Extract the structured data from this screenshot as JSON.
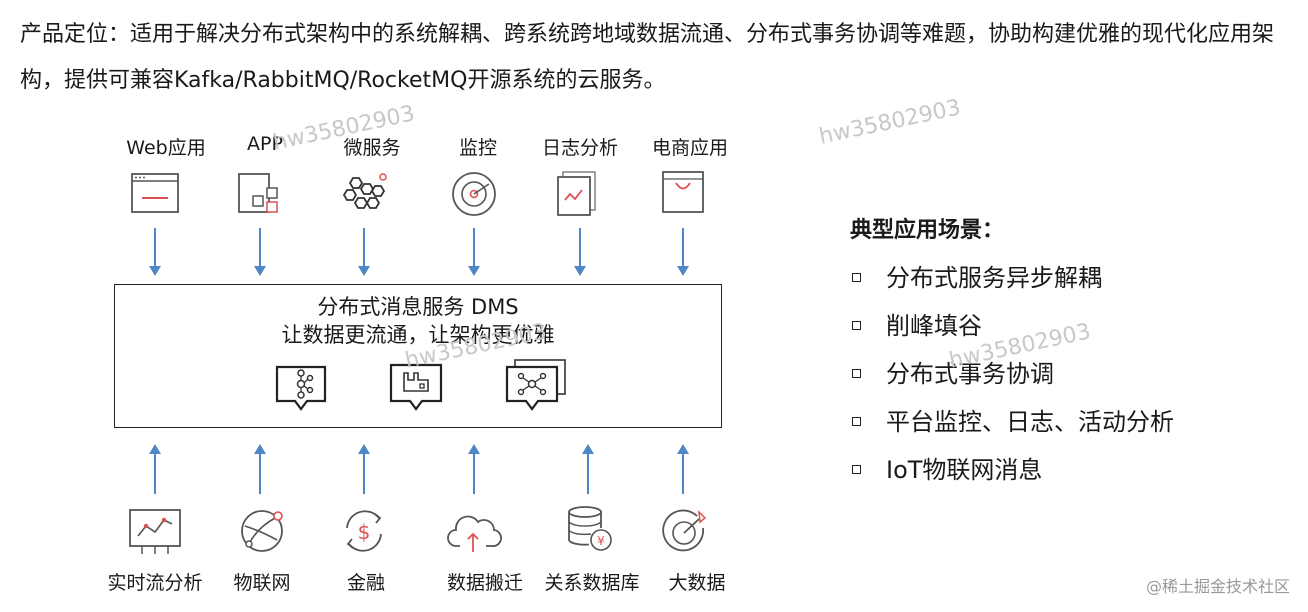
{
  "intro": "产品定位：适用于解决分布式架构中的系统解耦、跨系统跨地域数据流通、分布式事务协调等难题，协助构建优雅的现代化应用架构，提供可兼容Kafka/RabbitMQ/RocketMQ开源系统的云服务。",
  "consumers": [
    {
      "label": "Web应用",
      "icon": "browser-window-icon"
    },
    {
      "label": "APP",
      "icon": "app-blocks-icon"
    },
    {
      "label": "微服务",
      "icon": "hexagon-cluster-icon"
    },
    {
      "label": "监控",
      "icon": "radar-target-icon"
    },
    {
      "label": "日志分析",
      "icon": "log-chart-icon"
    },
    {
      "label": "电商应用",
      "icon": "shopping-bag-icon"
    }
  ],
  "dms": {
    "title": "分布式消息服务 DMS",
    "slogan": "让数据更流通，让架构更优雅",
    "engines": [
      "kafka-icon",
      "rabbitmq-icon",
      "rocketmq-icon"
    ]
  },
  "producers": [
    {
      "label": "实时流分析",
      "icon": "stream-chart-icon"
    },
    {
      "label": "物联网",
      "icon": "iot-network-icon"
    },
    {
      "label": "金融",
      "icon": "finance-dollar-icon"
    },
    {
      "label": "数据搬迁",
      "icon": "cloud-upload-icon"
    },
    {
      "label": "关系数据库",
      "icon": "database-icon"
    },
    {
      "label": "大数据",
      "icon": "gauge-icon"
    }
  ],
  "scenarios": {
    "title": "典型应用场景：",
    "items": [
      "分布式服务异步解耦",
      "削峰填谷",
      "分布式事务协调",
      "平台监控、日志、活动分析",
      "IoT物联网消息"
    ]
  },
  "watermark": "hw35802903",
  "credit": "@稀土掘金技术社区",
  "colors": {
    "arrow": "#4f86c6",
    "accent": "#e05050",
    "text": "#1a1a1a",
    "watermark": "#c8c8c8"
  }
}
